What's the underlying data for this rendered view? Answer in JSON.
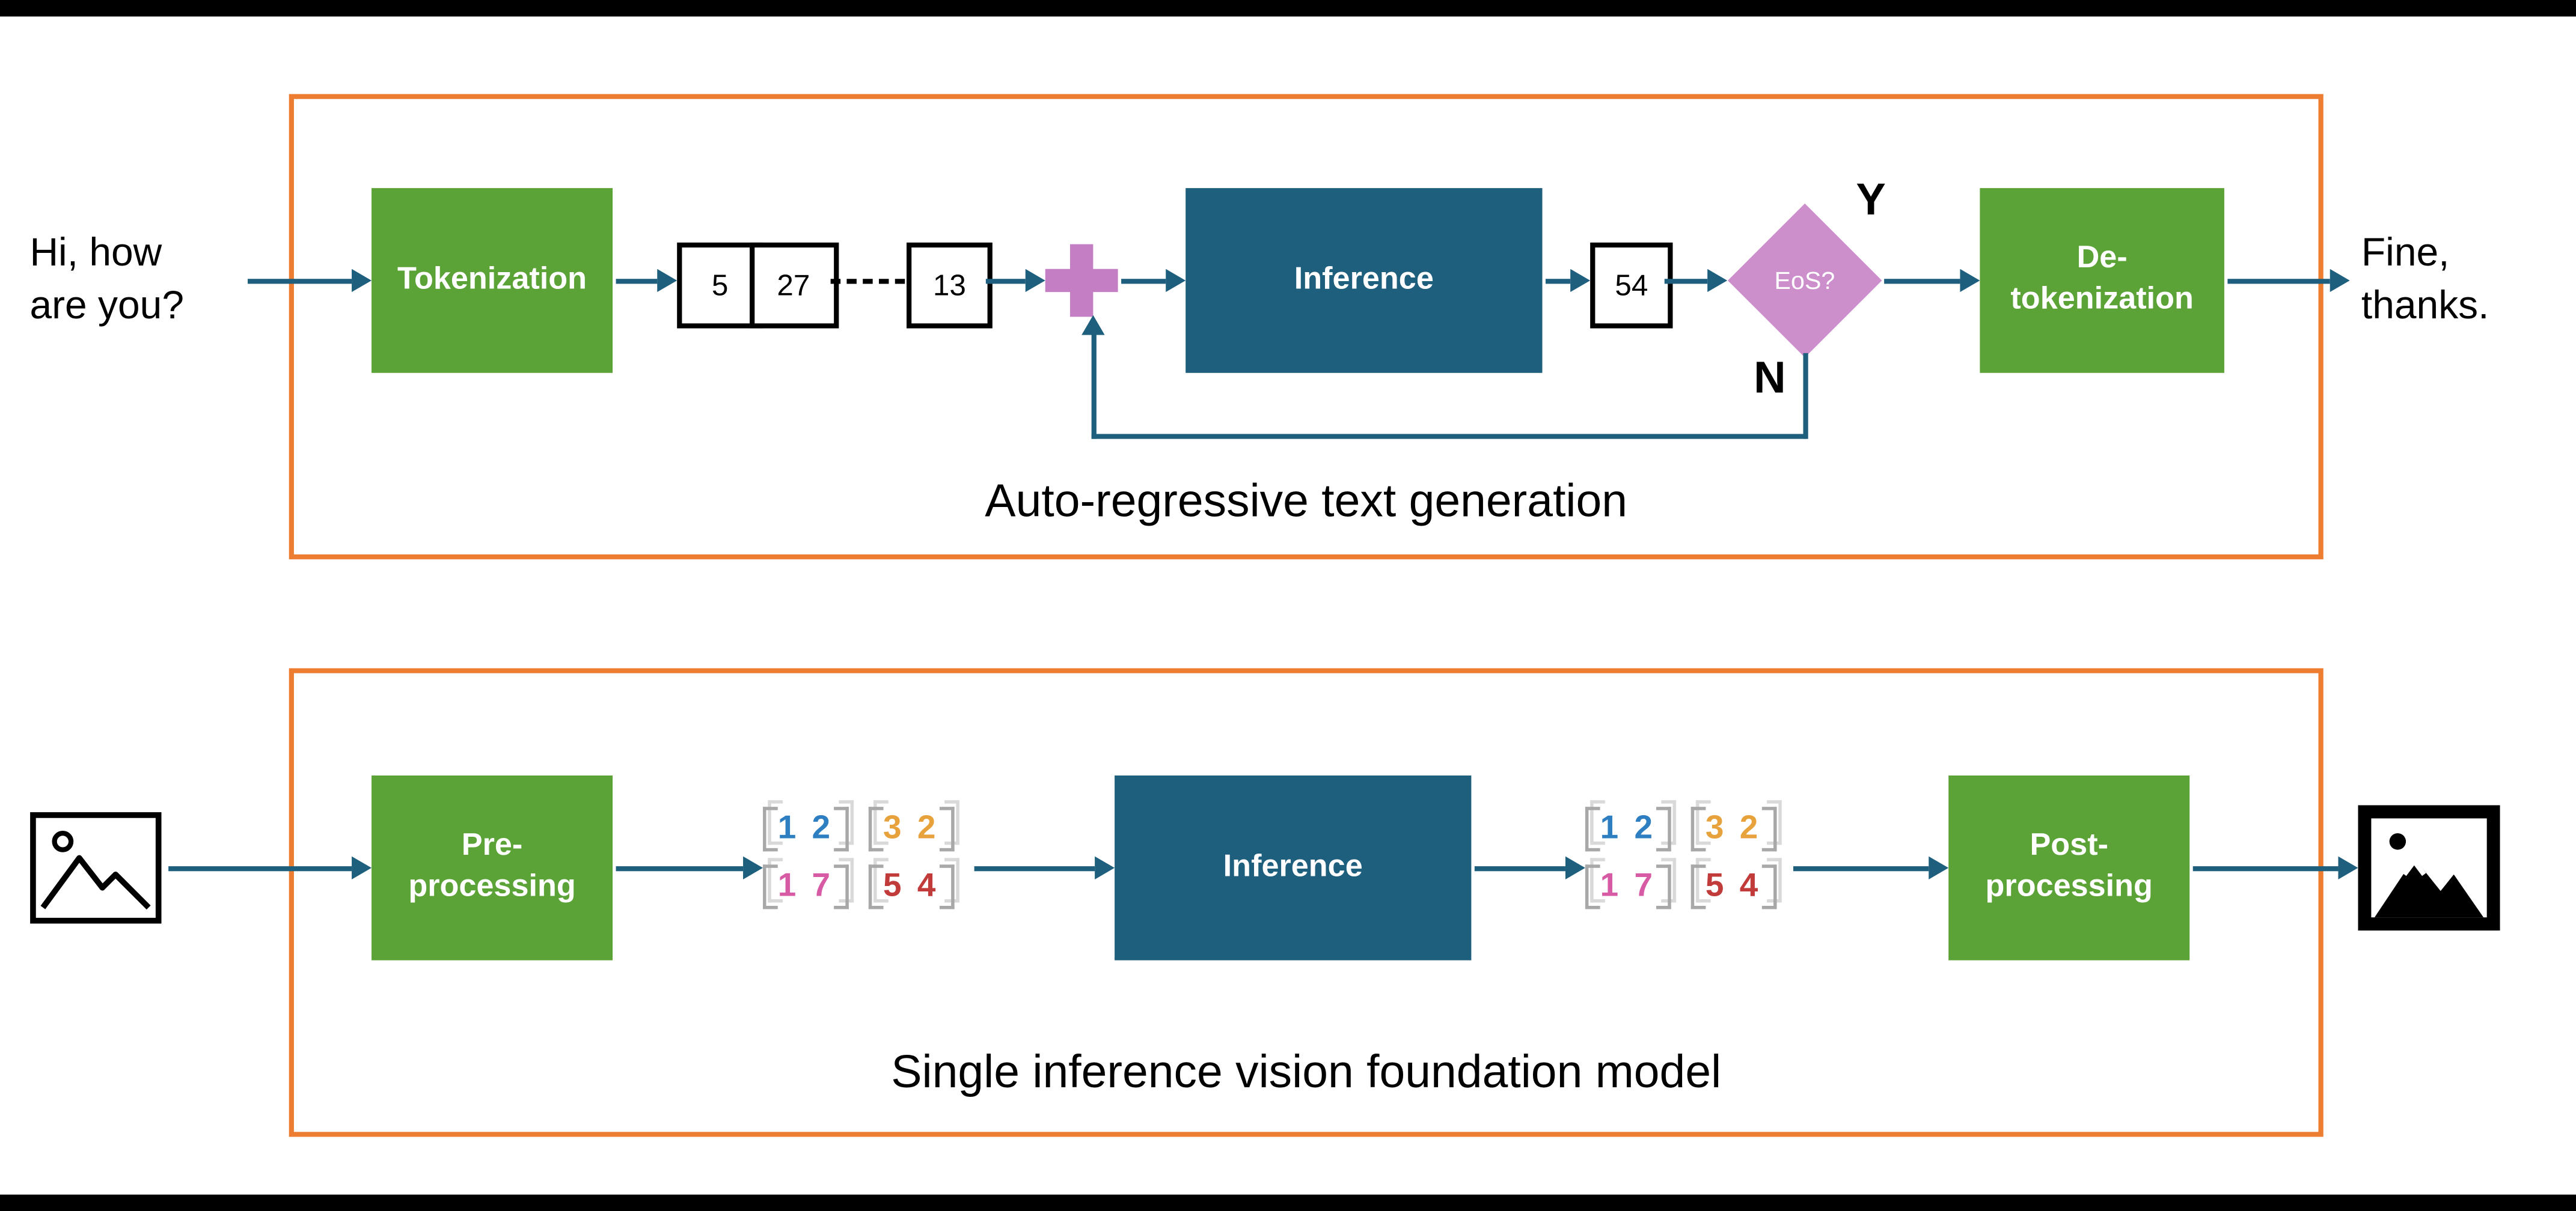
{
  "colors": {
    "green": "#5BA336",
    "blue": "#1F5F7E",
    "arrow": "#1F5F7E",
    "orange_frame": "#ED7D31",
    "plum": "#CC8FCC",
    "plus": "#C47EC4",
    "digit_blue": "#2E7FC1",
    "digit_orange": "#E8A23C",
    "digit_pink": "#D75BA4",
    "digit_red": "#C23B3B",
    "bracket": "#A8A8A8"
  },
  "top": {
    "caption": "Auto-regressive text generation",
    "input_line1": "Hi, how",
    "input_line2": "are you?",
    "tokenization": "Tokenization",
    "token1": "5",
    "token2": "27",
    "token3": "13",
    "inference": "Inference",
    "token_out": "54",
    "eos": "EoS?",
    "yes": "Y",
    "no": "N",
    "detokenization_line1": "De-",
    "detokenization_line2": "tokenization",
    "output_line1": "Fine,",
    "output_line2": "thanks."
  },
  "bottom": {
    "caption": "Single inference vision foundation model",
    "preprocessing_line1": "Pre-",
    "preprocessing_line2": "processing",
    "inference": "Inference",
    "postprocessing_line1": "Post-",
    "postprocessing_line2": "processing",
    "matrix": {
      "g1": "1 2",
      "g2": "3 2",
      "g3": "1 7",
      "g4": "5 4"
    }
  }
}
